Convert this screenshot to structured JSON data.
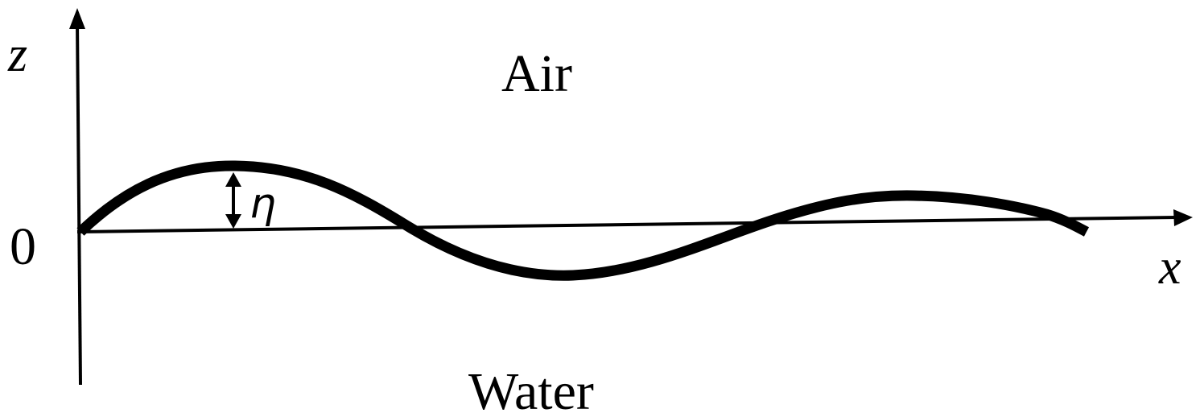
{
  "labels": {
    "z_axis": "z",
    "x_axis": "x",
    "origin": "0",
    "eta": "η",
    "upper_region": "Air",
    "lower_region": "Water"
  },
  "colors": {
    "ink": "#000000",
    "background": "#ffffff"
  }
}
